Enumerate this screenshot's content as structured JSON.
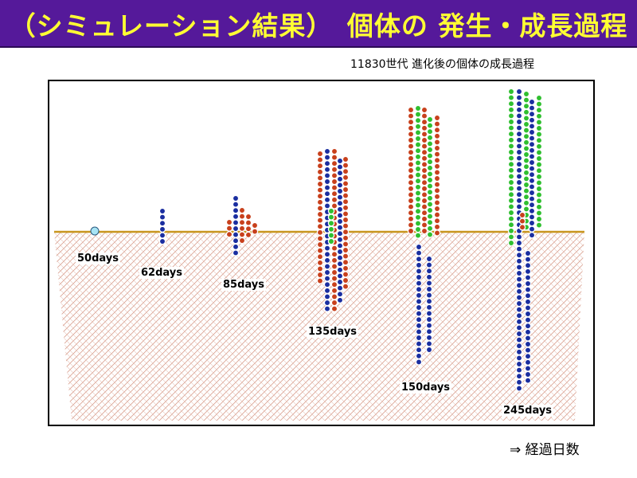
{
  "header": {
    "title": "（シミュレーション結果）　個体の 発生・成長過程"
  },
  "subtitle": "11830世代 進化後の個体の成長過程",
  "axis_caption": "⇒ 経過日数",
  "colors": {
    "title_bg": "#55199a",
    "title_fg": "#ffff33",
    "ground_line": "#c8961e",
    "soil_texture": "#d9a090",
    "root_cell": "#1a2ea0",
    "leaf_cell": "#2fbf2f",
    "stem_cell": "#c8401c",
    "seed_cell": "#a8e4f4"
  },
  "stages": [
    {
      "label": "50days"
    },
    {
      "label": "62days"
    },
    {
      "label": "85days"
    },
    {
      "label": "135days"
    },
    {
      "label": "150days"
    },
    {
      "label": "245days"
    }
  ]
}
